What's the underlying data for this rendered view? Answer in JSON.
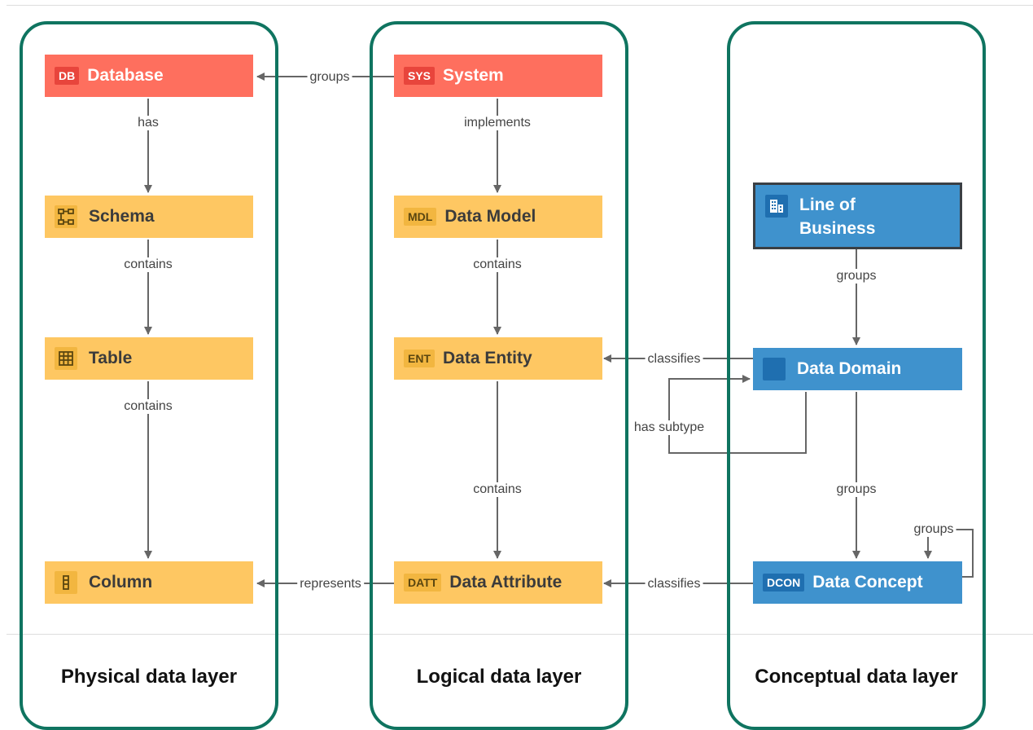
{
  "layers": {
    "physical": "Physical data layer",
    "logical": "Logical data layer",
    "conceptual": "Conceptual data layer"
  },
  "nodes": {
    "database": {
      "badge": "DB",
      "label": "Database"
    },
    "schema": {
      "icon": "schema-icon",
      "label": "Schema"
    },
    "table": {
      "icon": "table-icon",
      "label": "Table"
    },
    "column": {
      "icon": "column-icon",
      "label": "Column"
    },
    "system": {
      "badge": "SYS",
      "label": "System"
    },
    "data_model": {
      "badge": "MDL",
      "label": "Data Model"
    },
    "data_entity": {
      "badge": "ENT",
      "label": "Data Entity"
    },
    "data_attribute": {
      "badge": "DATT",
      "label": "Data Attribute"
    },
    "line_of_business": {
      "icon": "building-icon",
      "label_line1": "Line of",
      "label_line2": "Business"
    },
    "data_domain": {
      "icon": "domain-square-icon",
      "label": "Data Domain"
    },
    "data_concept": {
      "badge": "DCON",
      "label": "Data Concept"
    }
  },
  "edges": {
    "system_database": "groups",
    "database_schema": "has",
    "schema_table": "contains",
    "table_column": "contains",
    "system_model": "implements",
    "model_entity": "contains",
    "entity_attribute": "contains",
    "attribute_column": "represents",
    "lob_domain": "groups",
    "domain_entity": "classifies",
    "domain_subtype": "has subtype",
    "domain_concept": "groups",
    "concept_self": "groups",
    "concept_attribute": "classifies"
  },
  "colors": {
    "layer_border": "#0f7460",
    "red_node": "#fe6f5e",
    "yellow_node": "#fec762",
    "blue_node": "#3f92cd",
    "arrow": "#666666"
  }
}
